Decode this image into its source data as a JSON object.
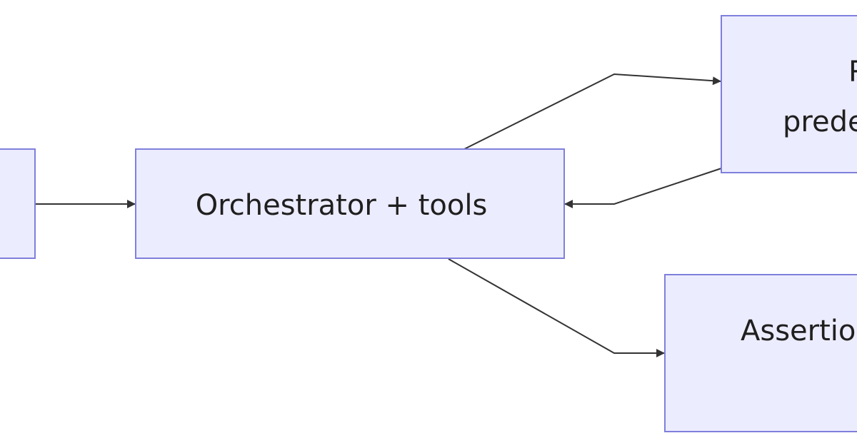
{
  "nodes": {
    "left_partial": {
      "label": ""
    },
    "orchestrator": {
      "label": "Orchestrator + tools"
    },
    "top_right": {
      "label_line1": "R",
      "label_line2": "prede"
    },
    "bottom_right": {
      "label": "Assertio"
    }
  },
  "edges": [
    {
      "from": "left_partial",
      "to": "orchestrator"
    },
    {
      "from": "orchestrator",
      "to": "top_right"
    },
    {
      "from": "top_right",
      "to": "orchestrator"
    },
    {
      "from": "orchestrator",
      "to": "bottom_right"
    }
  ],
  "colors": {
    "node_fill": "#ececff",
    "node_stroke": "#7f7fdc",
    "edge": "#333333",
    "text": "#1f1f1f"
  }
}
